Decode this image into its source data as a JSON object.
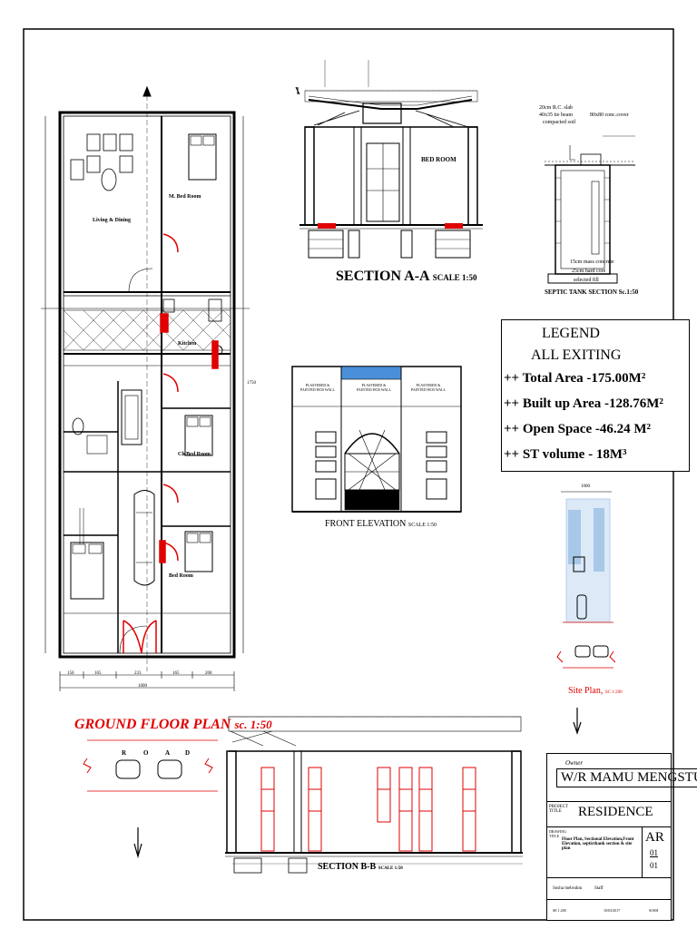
{
  "section_aa": {
    "title": "SECTION  A-A",
    "scale": "SCALE 1:50",
    "room_label": "BED ROOM"
  },
  "front_elevation": {
    "title": "FRONT ELEVATION",
    "scale": "SCALE 1:50",
    "wall_note": "PLASTERED & PAINTED HCB WALL"
  },
  "septic": {
    "title": "SEPTIC TANK SECTION",
    "scale": "Sc.1:50",
    "notes": [
      "20cm R.C. slab",
      "40x35 tie beam",
      "compacted soil",
      "80x80 conc.cover",
      "15cm mass concrete",
      "25cm hard core",
      "selected fill"
    ]
  },
  "legend": {
    "title": "LEGEND",
    "subtitle": "ALL EXITING",
    "lines": [
      "++ Total Area -175.00M²",
      "++ Built up Area -128.76M²",
      "++ Open Space -46.24 M²",
      "++  ST volume - 18M³"
    ]
  },
  "floor_plan": {
    "title": "GROUND FLOOR PLAN",
    "scale": "sc. 1:50",
    "rooms": [
      "Living & Dining",
      "M. Bed Room",
      "Kitchen",
      "Ch Bed Room",
      "Bed Room"
    ],
    "bottom_dims": [
      "150",
      "165",
      "233",
      "165",
      "200"
    ],
    "total_width": "1000",
    "side_total": "1750"
  },
  "road": {
    "letters": [
      "R",
      "O",
      "A",
      "D"
    ]
  },
  "site_plan": {
    "title": "Site Plan",
    "scale": "SC 1:200",
    "dim": "1000"
  },
  "section_bb": {
    "title": "SECTION B-B",
    "scale": "SCALE 1:50"
  },
  "title_block": {
    "owner_label": "Owner",
    "owner": "W/R MAMU MENGSTU",
    "project_label": "PROJECT TITLE",
    "project": "RESIDENCE",
    "drawing_label": "DRAWING TITLE",
    "drawing": "Floor Plan,  Sectional Elevation,Front Elevation, septicthank section & site plan",
    "sheet_code": "AR",
    "sheet_no": "01",
    "sheet_total": "01",
    "drawn_by": "Sosha mebruktu",
    "checked_by": "Staff",
    "scale_val": "SE 1:200",
    "date_val": "10/03/2017",
    "location": "SOSH"
  },
  "colors": {
    "line": "#000000",
    "red": "#e00000",
    "blue": "#4a90d9",
    "lightblue": "#a8c8e8"
  }
}
